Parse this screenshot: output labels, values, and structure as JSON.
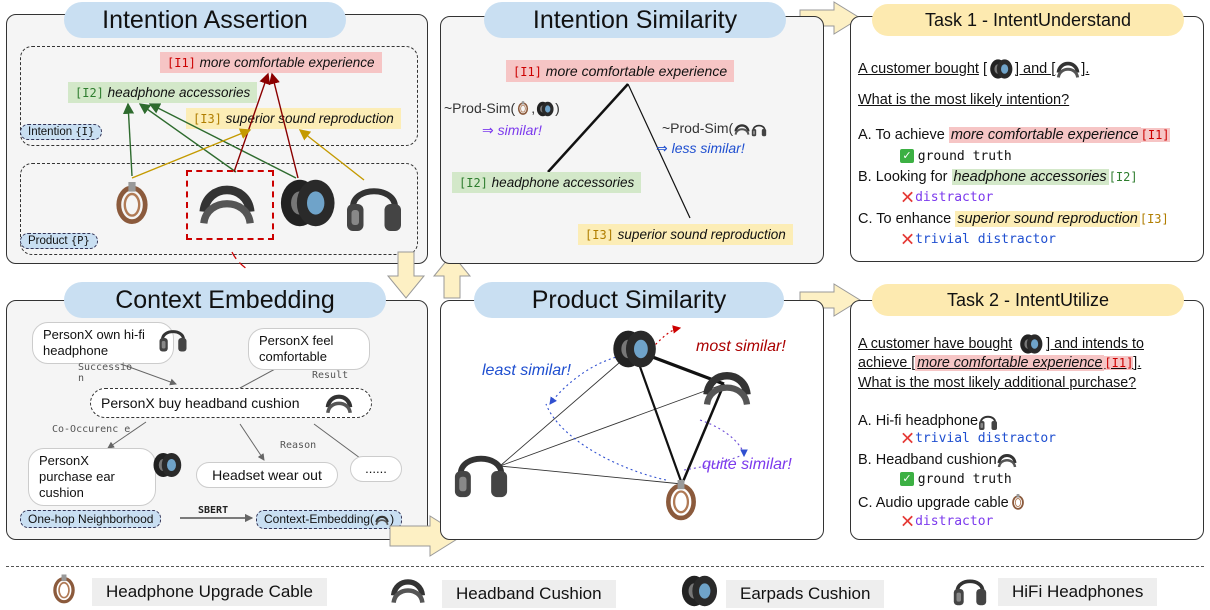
{
  "panels": {
    "intention_assertion": {
      "title": "Intention Assertion",
      "intentions": [
        {
          "id": "[I1]",
          "text": "more comfortable experience"
        },
        {
          "id": "[I2]",
          "text": "headphone accessories"
        },
        {
          "id": "[I3]",
          "text": "superior sound reproduction"
        }
      ],
      "intention_label": "Intention",
      "intention_symbol": "{I}",
      "product_label": "Product",
      "product_symbol": "{P}"
    },
    "intention_similarity": {
      "title": "Intention Similarity",
      "i1": {
        "id": "[I1]",
        "text": "more comfortable experience"
      },
      "i2": {
        "id": "[I2]",
        "text": "headphone accessories"
      },
      "i3": {
        "id": "[I3]",
        "text": "superior sound reproduction"
      },
      "prod_sim_left_prefix": "~Prod-Sim(",
      "prod_sim_left_sep": ",",
      "prod_sim_left_suffix": ")",
      "prod_sim_left_result": "⇒ similar!",
      "prod_sim_right_prefix": "~Prod-Sim(",
      "prod_sim_right_suffix": ")",
      "prod_sim_right_result": "⇒ less similar!"
    },
    "context_embedding": {
      "title": "Context Embedding",
      "nodes": {
        "own": "PersonX own hi-fi headphone",
        "feel": "PersonX feel comfortable",
        "buy": "PersonX buy headband cushion",
        "purchase": "PersonX purchase ear cushion",
        "wear": "Headset wear out",
        "more": "......"
      },
      "edges": {
        "succession": "Successio n",
        "result": "Result",
        "cooccurence": "Co-Occurenc e",
        "reason": "Reason"
      },
      "one_hop": "One-hop Neighborhood",
      "sbert": "SBERT",
      "context_embedding_label": "Context-Embedding("
    },
    "product_similarity": {
      "title": "Product Similarity",
      "most_similar": "most similar!",
      "least_similar": "least similar!",
      "quite_similar": "quite similar!"
    }
  },
  "task1": {
    "title": "Task 1 - IntentUnderstand",
    "q_prefix": "A customer bought",
    "q_and": "] and [",
    "q_end": "].",
    "q_line2": "What is the most likely intention?",
    "options": [
      {
        "prefix": "A. To achieve",
        "hl": "more comfortable experience",
        "id": "[I1]",
        "color": "red",
        "verdict": "ground truth",
        "verdict_type": "check"
      },
      {
        "prefix": "B. Looking for",
        "hl": "headphone accessories",
        "id": "[I2]",
        "color": "green",
        "verdict": "distractor",
        "verdict_type": "cross"
      },
      {
        "prefix": "C. To enhance",
        "hl": "superior sound reproduction",
        "id": "[I3]",
        "color": "yellow",
        "verdict": "trivial distractor",
        "verdict_type": "cross"
      }
    ]
  },
  "task2": {
    "title": "Task 2 - IntentUtilize",
    "q_prefix": "A customer have bought",
    "q_mid": "] and intends to",
    "q_line2_prefix": "achieve [",
    "q_line2_hl": "more comfortable experience",
    "q_line2_id": "[I1]",
    "q_line2_end": "].",
    "q_line3": "What is the most likely additional purchase?",
    "options": [
      {
        "text": "A. Hi-fi headphone",
        "verdict": "trivial distractor",
        "verdict_type": "cross"
      },
      {
        "text": "B. Headband cushion",
        "verdict": "ground truth",
        "verdict_type": "check"
      },
      {
        "text": "C. Audio upgrade cable",
        "verdict": "distractor",
        "verdict_type": "cross"
      }
    ]
  },
  "legend": [
    {
      "icon": "cable-icon",
      "label": "Headphone Upgrade Cable"
    },
    {
      "icon": "headband-icon",
      "label": "Headband Cushion"
    },
    {
      "icon": "earpads-icon",
      "label": "Earpads Cushion"
    },
    {
      "icon": "headphones-icon",
      "label": "HiFi Headphones"
    }
  ],
  "colors": {
    "pill_blue": "#c9dff2",
    "pill_yellow": "#fdeab0",
    "intent_red": "#f6c5c5",
    "intent_green": "#d3e8c9",
    "intent_yellow": "#fcedb6",
    "arrow_fill": "#fdf0c4"
  }
}
